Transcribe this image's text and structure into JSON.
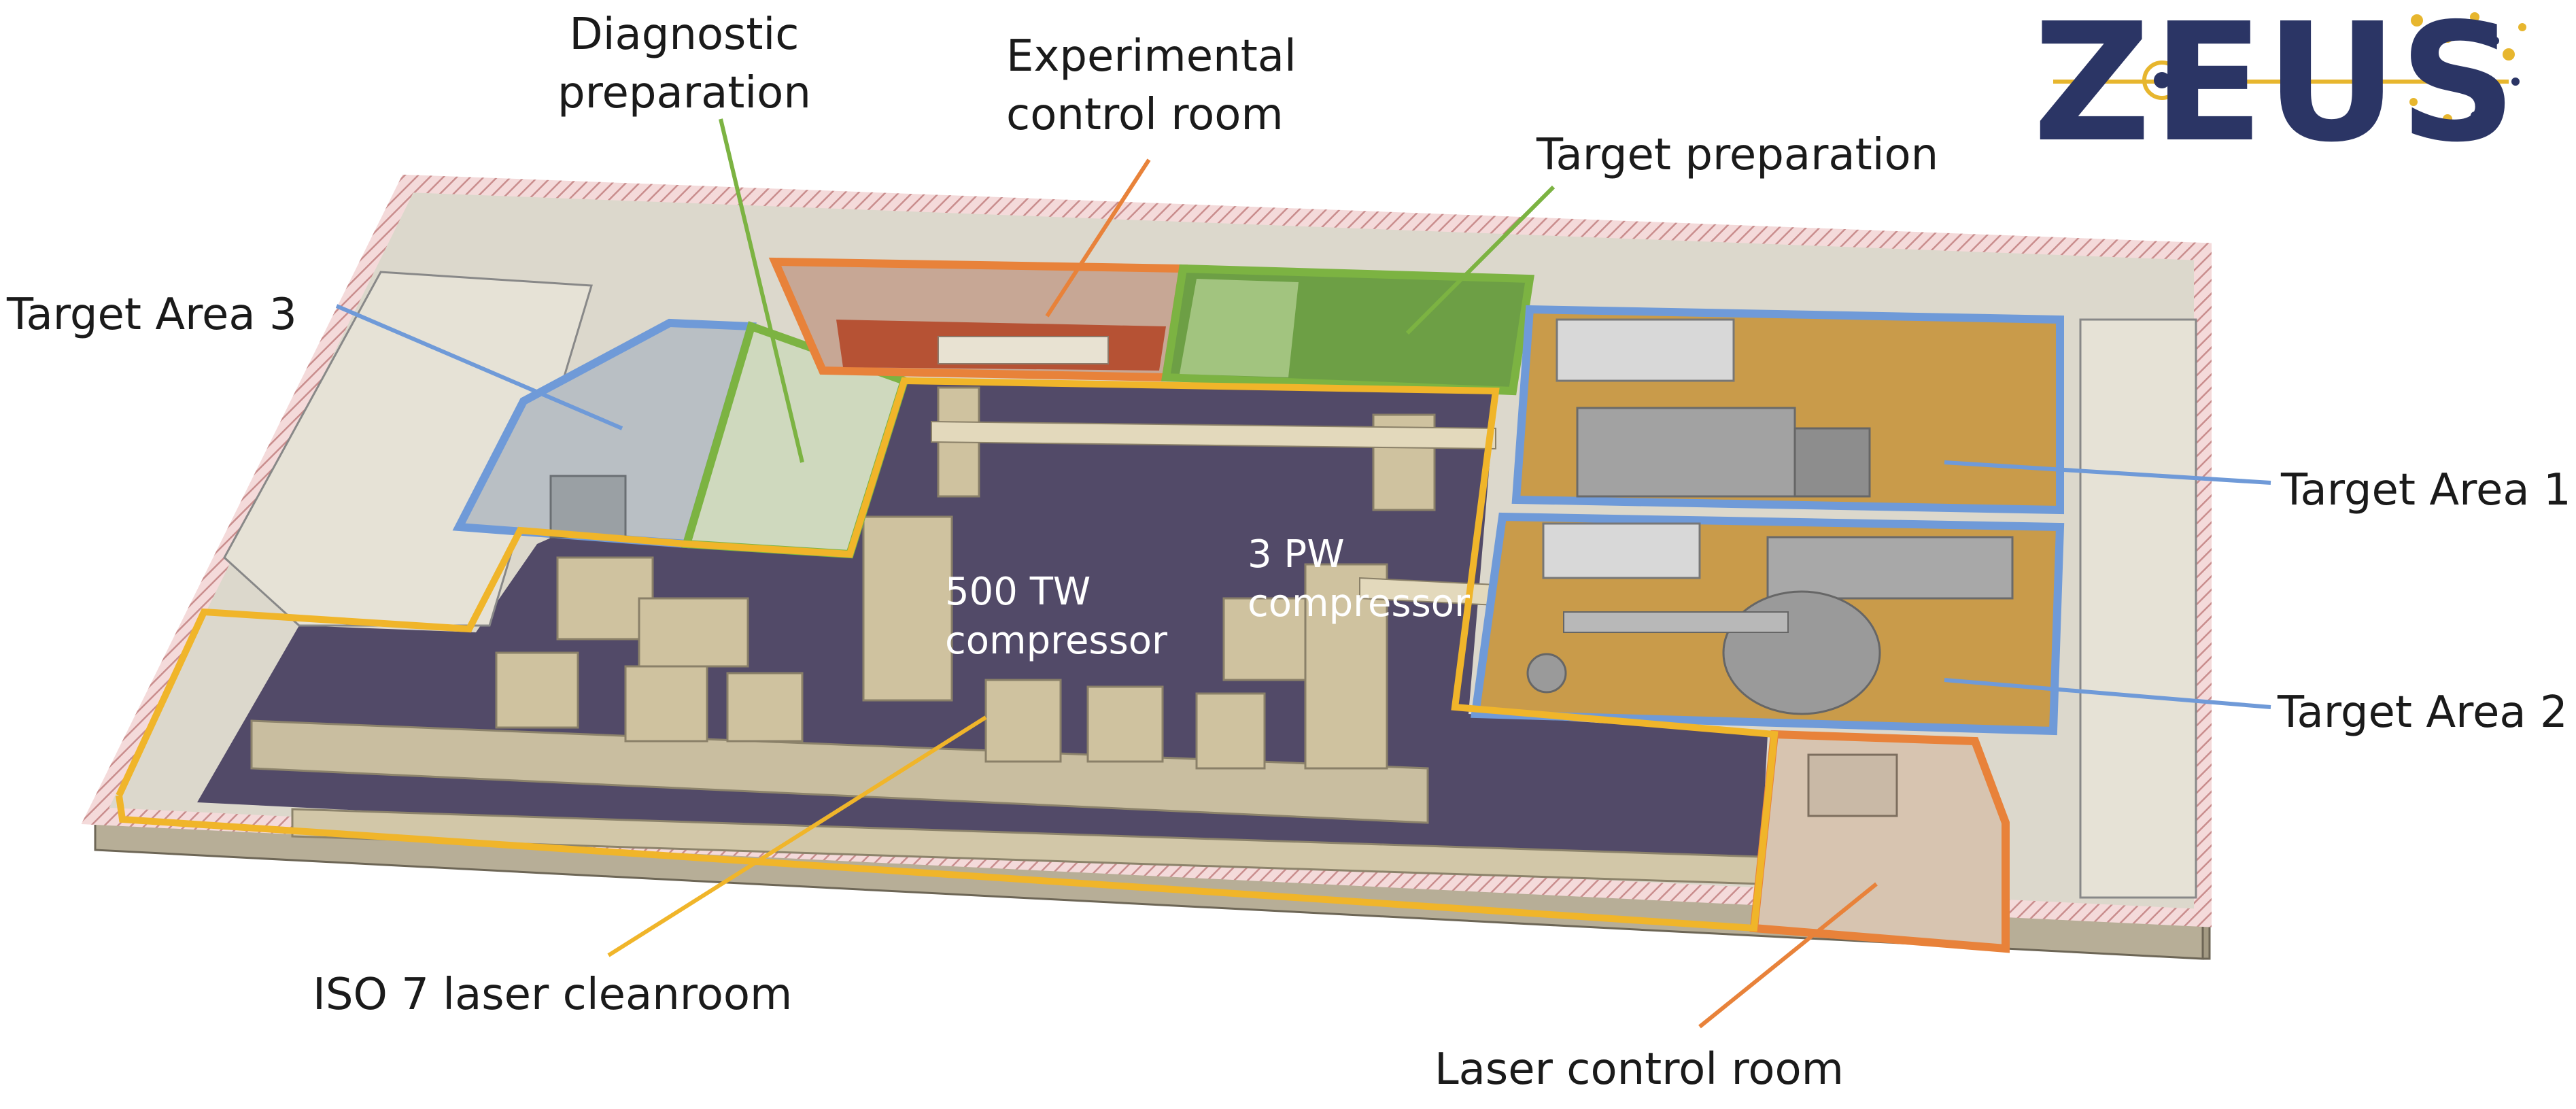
{
  "logo": {
    "text": "ZEUS",
    "color": "#2b3565",
    "accent": "#e7b62e"
  },
  "labels": {
    "diagnostic_prep": [
      "Diagnostic",
      "preparation"
    ],
    "experimental_control": [
      "Experimental",
      "control room"
    ],
    "target_prep": "Target preparation",
    "target_area_3": "Target Area 3",
    "target_area_1": "Target Area 1",
    "target_area_2": "Target Area 2",
    "compressor_500": [
      "500 TW",
      "compressor"
    ],
    "compressor_3pw": [
      "3 PW",
      "compressor"
    ],
    "iso7": "ISO 7 laser cleanroom",
    "laser_control": "Laser control room"
  },
  "zone_colors": {
    "cleanroom": "#f0b52a",
    "target_area": "#6f9ad8",
    "diagnostic": "#7cb342",
    "experimental_control": "#e8823a",
    "laser_control": "#e8823a",
    "target_prep": "#7cb342"
  }
}
